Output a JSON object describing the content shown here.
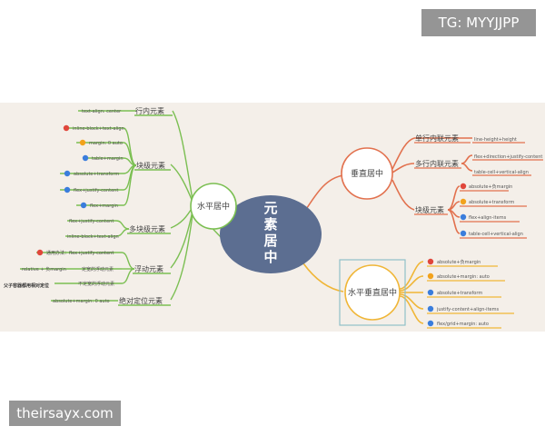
{
  "watermarks": {
    "top_right": "TG: MYYJJPP",
    "bottom_left": "theirsayx.com"
  },
  "center": {
    "line1": "元",
    "line2": "素",
    "line3": "居",
    "line4": "中"
  },
  "colors": {
    "center": "#5c6e91",
    "left": "#7bbf52",
    "right_top": "#e2714e",
    "right_bottom": "#f0b637",
    "map_bg": "#f4efe9"
  },
  "left": {
    "node": "水平居中",
    "inline": {
      "label": "行内元素",
      "item": "text-align: center"
    },
    "block": {
      "label": "块级元素",
      "items": [
        {
          "badge": "1",
          "text": "inline-block+text-align",
          "color": "#e0463b"
        },
        {
          "badge": "2",
          "text": "margin: 0 auto",
          "color": "#f2a21c"
        },
        {
          "badge": "3",
          "text": "table+margin",
          "color": "#3a7ddc"
        },
        {
          "badge": "4",
          "text": "absolute+transform",
          "color": "#3a7ddc"
        },
        {
          "badge": "5",
          "text": "flex+justify-content",
          "color": "#3a7ddc"
        },
        {
          "badge": "6",
          "text": "flex+margin",
          "color": "#3a7ddc"
        }
      ]
    },
    "multi": {
      "label": "多块级元素",
      "items": [
        "flex+justify-content",
        "inline-block+text-align"
      ]
    },
    "float": {
      "label": "浮动元素",
      "items": [
        {
          "text": "通用办法：flex+justify-content",
          "icon": "warning-icon"
        },
        {
          "text": "定宽的浮动元素",
          "prefix": "relative + 负margin"
        },
        {
          "text": "不定宽的浮动元素",
          "note": "父子容器都用相对定位"
        }
      ]
    },
    "absolute": {
      "label": "绝对定位元素",
      "item": "absolute+margin: 0 auto"
    }
  },
  "right_top": {
    "node": "垂直居中",
    "single_line": {
      "label": "单行内联元素",
      "item": "line-height+height"
    },
    "multi_line": {
      "label": "多行内联元素",
      "items": [
        "flex+direction+justify-content",
        "table-cell+vertical-align"
      ]
    },
    "block": {
      "label": "块级元素",
      "items": [
        {
          "badge": "1",
          "text": "absolute+负margin",
          "color": "#e0463b"
        },
        {
          "badge": "2",
          "text": "absolute+transform",
          "color": "#f2a21c"
        },
        {
          "badge": "3",
          "text": "flex+align-items",
          "color": "#3a7ddc"
        },
        {
          "badge": "4",
          "text": "table-cell+vertical-align",
          "color": "#3a7ddc"
        }
      ]
    }
  },
  "right_bottom": {
    "node": "水平垂直居中",
    "items": [
      {
        "badge": "1",
        "text": "absolute+负margin",
        "color": "#e0463b"
      },
      {
        "badge": "2",
        "text": "absolute+margin: auto",
        "color": "#f2a21c"
      },
      {
        "badge": "3",
        "text": "absolute+transform",
        "color": "#3a7ddc"
      },
      {
        "badge": "4",
        "text": "justify-content+align-items",
        "color": "#3a7ddc"
      },
      {
        "badge": "5",
        "text": "flex/grid+margin: auto",
        "color": "#3a7ddc"
      }
    ]
  }
}
